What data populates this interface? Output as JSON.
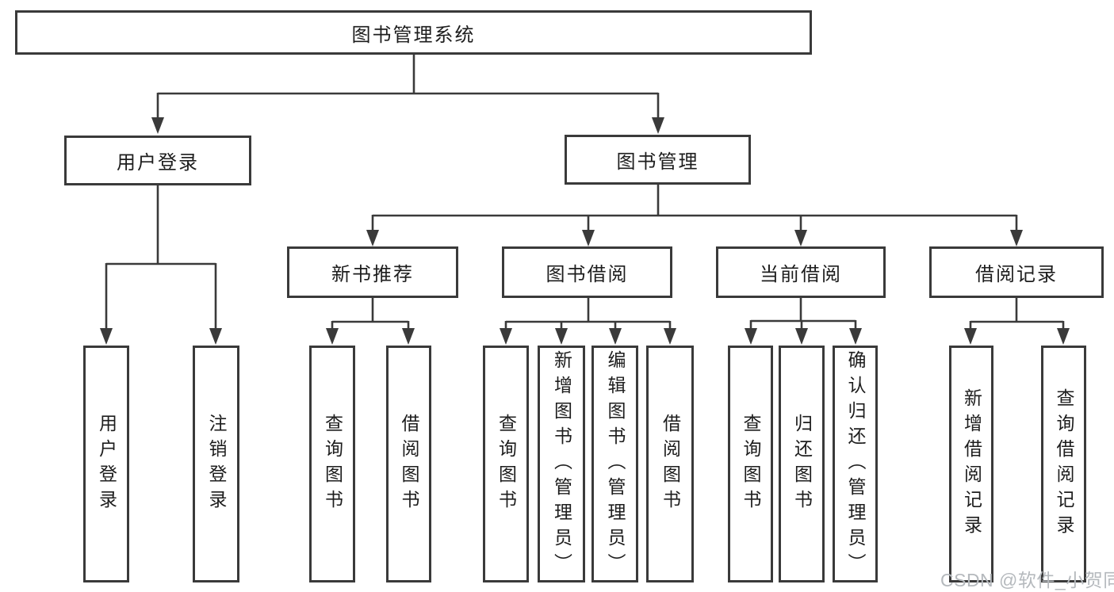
{
  "diagram": {
    "type": "hierarchy-tree",
    "colors": {
      "background": "#ffffff",
      "box_border": "#3a3a3a",
      "box_fill": "#ffffff",
      "line": "#3a3a3a",
      "text": "#1d1d1d",
      "watermark_text_color": "#b5b9bd"
    },
    "tree": {
      "label": "图书管理系统",
      "children": [
        {
          "label": "用户登录",
          "children": [
            {
              "label": "用户登录"
            },
            {
              "label": "注销登录"
            }
          ]
        },
        {
          "label": "图书管理",
          "children": [
            {
              "label": "新书推荐",
              "children": [
                {
                  "label": "查询图书"
                },
                {
                  "label": "借阅图书"
                }
              ]
            },
            {
              "label": "图书借阅",
              "children": [
                {
                  "label": "查询图书"
                },
                {
                  "label": "新增图书（管理员）"
                },
                {
                  "label": "编辑图书（管理员）"
                },
                {
                  "label": "借阅图书"
                }
              ]
            },
            {
              "label": "当前借阅",
              "children": [
                {
                  "label": "查询图书"
                },
                {
                  "label": "归还图书"
                },
                {
                  "label": "确认归还（管理员）"
                }
              ]
            },
            {
              "label": "借阅记录",
              "children": [
                {
                  "label": "新增借阅记录"
                },
                {
                  "label": "查询借阅记录"
                }
              ]
            }
          ]
        }
      ]
    },
    "watermark": "CSDN @软件_小贺同学"
  }
}
